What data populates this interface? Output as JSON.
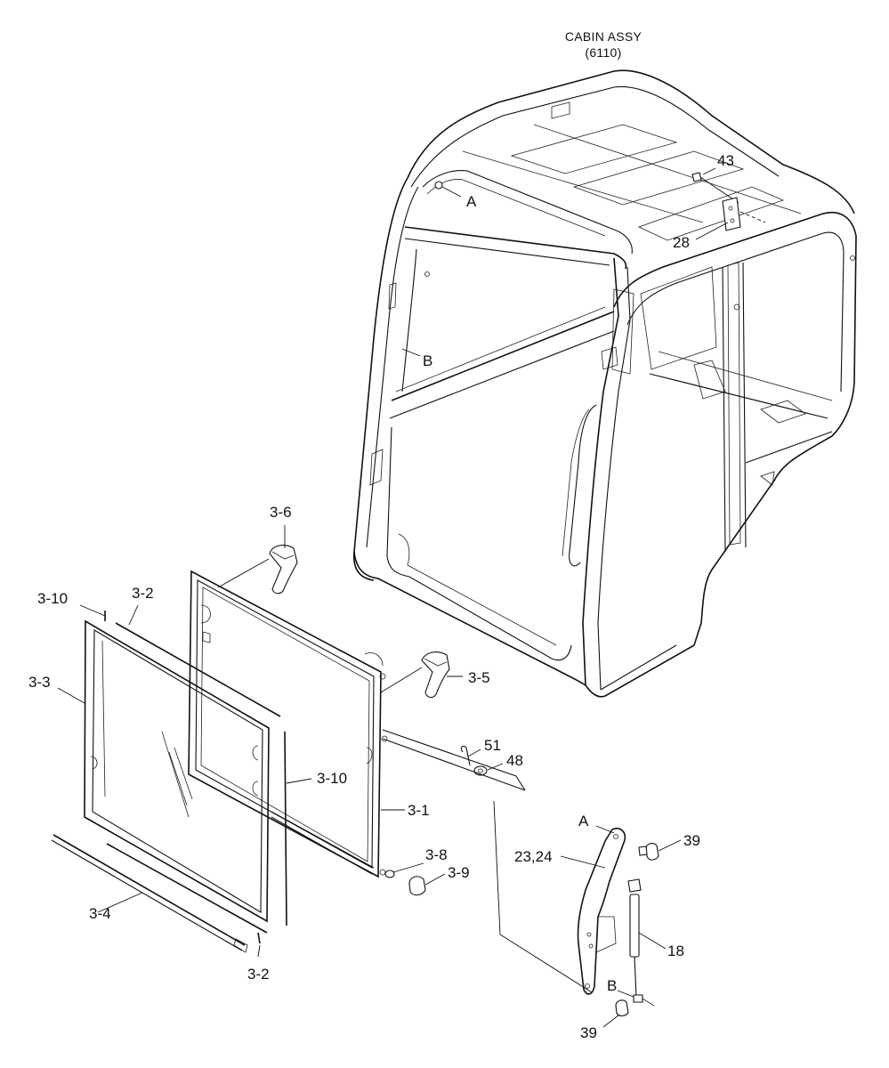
{
  "diagram": {
    "title_line1": "CABIN ASSY",
    "title_line2": "(6110)",
    "callouts": [
      {
        "id": "43",
        "text": "43"
      },
      {
        "id": "A-top",
        "text": "A"
      },
      {
        "id": "28",
        "text": "28"
      },
      {
        "id": "B-top",
        "text": "B"
      },
      {
        "id": "3-6",
        "text": "3-6"
      },
      {
        "id": "3-10a",
        "text": "3-10"
      },
      {
        "id": "3-2a",
        "text": "3-2"
      },
      {
        "id": "3-3",
        "text": "3-3"
      },
      {
        "id": "3-5",
        "text": "3-5"
      },
      {
        "id": "51",
        "text": "51"
      },
      {
        "id": "48",
        "text": "48"
      },
      {
        "id": "3-10b",
        "text": "3-10"
      },
      {
        "id": "3-1",
        "text": "3-1"
      },
      {
        "id": "A-bracket",
        "text": "A"
      },
      {
        "id": "39a",
        "text": "39"
      },
      {
        "id": "23-24",
        "text": "23,24"
      },
      {
        "id": "3-8",
        "text": "3-8"
      },
      {
        "id": "3-9",
        "text": "3-9"
      },
      {
        "id": "3-4",
        "text": "3-4"
      },
      {
        "id": "18",
        "text": "18"
      },
      {
        "id": "B-bracket",
        "text": "B"
      },
      {
        "id": "3-2b",
        "text": "3-2"
      },
      {
        "id": "39b",
        "text": "39"
      }
    ]
  }
}
